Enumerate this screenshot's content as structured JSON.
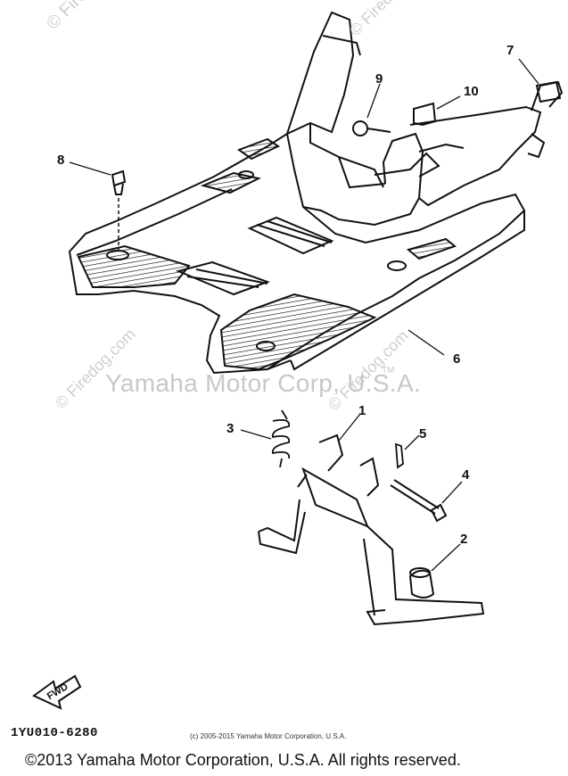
{
  "watermark": {
    "site_top": "© Firedog.com",
    "site_top_right": "© Firedog.com",
    "site_mid_left": "© Firedog.com",
    "site_mid_right": "© Firedog.com",
    "center": "Yamaha Motor Corp, U.S.A.",
    "tm": "TM"
  },
  "callouts": [
    "9",
    "10",
    "7",
    "8",
    "6",
    "3",
    "1",
    "5",
    "4",
    "2"
  ],
  "fwd_label": "FWD",
  "part_code": "1YU010-6280",
  "small_copyright": "(c) 2005-2015 Yamaha Motor Corporation, U.S.A.",
  "footer_copyright": "©2013 Yamaha Motor Corporation, U.S.A. All rights reserved.",
  "colors": {
    "line": "#111111",
    "watermark": "#cfcfcf"
  }
}
